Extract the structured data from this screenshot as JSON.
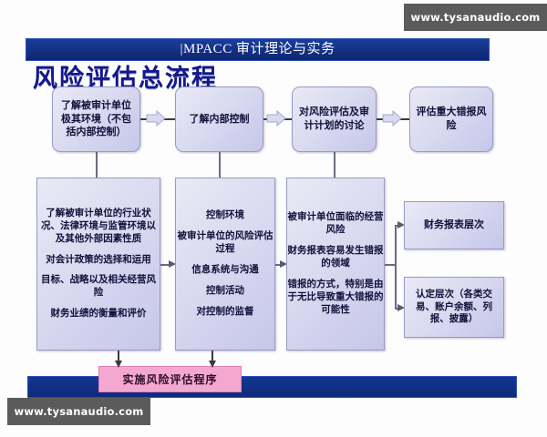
{
  "watermark": {
    "top": "www.tysanaudio.com",
    "bottom": "www.tysanaudio.com"
  },
  "header": {
    "bar_title": "|MPACC 审计理论与实务",
    "slide_title": "风险评估总流程"
  },
  "flow": {
    "row1": [
      {
        "id": "understand-entity",
        "text": "了解被审计单位极其环境（不包括内部控制）"
      },
      {
        "id": "understand-internal-control",
        "text": "了解内部控制"
      },
      {
        "id": "risk-assessment-discussion",
        "text": "对风险评估及审计计划的讨论"
      },
      {
        "id": "assess-material-misstatement-risk",
        "text": "评估重大错报风险"
      }
    ],
    "column1": {
      "id": "entity-environment-details",
      "lines": [
        "了解被审计单位的行业状况、法律环境与监管环境以及其他外部因素性质",
        "对会计政策的选择和运用",
        "目标、战略以及相关经营风险",
        "财务业绩的衡量和评价"
      ]
    },
    "column2": {
      "id": "internal-control-elements",
      "lines": [
        "控制环境",
        "被审计单位的风险评估过程",
        "信息系统与沟通",
        "控制活动",
        "对控制的监督"
      ]
    },
    "column3": {
      "id": "discussion-topics",
      "lines": [
        "被审计单位面临的经营风险",
        "财务报表容易发生错报的领域",
        "错报的方式，特别是由于无比导致重大错报的可能性"
      ]
    },
    "right": [
      {
        "id": "financial-statement-level",
        "text": "财务报表层次"
      },
      {
        "id": "assertion-level",
        "text": "认定层次（各类交易、账户余额、列报、披露）"
      }
    ],
    "bottom": {
      "id": "perform-risk-assessment-procedures",
      "text": "实施风险评估程序"
    }
  },
  "icons": {
    "block_arrow": "block-arrow-right-icon",
    "thin_arrow_right": "arrow-right-icon",
    "thin_arrow_down": "arrow-down-icon"
  },
  "colors": {
    "header_blue": "#13308a",
    "title_blue": "#13188c",
    "box_fill": "#dcdcf1",
    "box_border": "#9a9ac4",
    "pink": "#f5a8cf",
    "watermark_bg": "#5b5b5b"
  }
}
